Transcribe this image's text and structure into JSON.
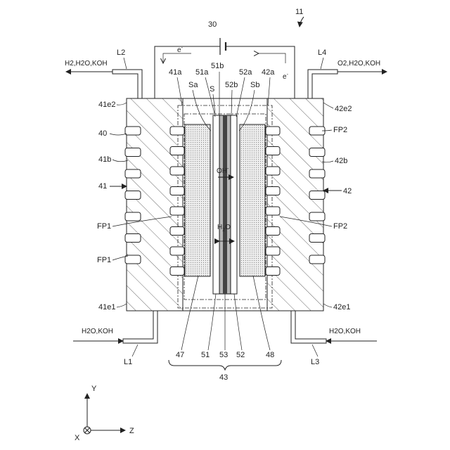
{
  "figure": {
    "number": "11",
    "power_source": "30",
    "electron_left": "e",
    "electron_right": "e",
    "electron_sup": "-"
  },
  "lines": {
    "l1": "L1",
    "l2": "L2",
    "l3": "L3",
    "l4": "L4",
    "l1_flow": "H2O,KOH",
    "l3_flow": "H2O,KOH",
    "l2_flow": "H2,H2O,KOH",
    "l4_flow": "O2,H2O,KOH"
  },
  "left_labels": {
    "e2": "41e2",
    "n40": "40",
    "b": "41b",
    "n41": "41",
    "fp1a": "FP1",
    "fp1b": "FP1",
    "e1": "41e1"
  },
  "right_labels": {
    "e2": "42e2",
    "fp2a": "FP2",
    "b": "42b",
    "n42": "42",
    "fp2b": "FP2",
    "e1": "42e1"
  },
  "top_labels": {
    "a41": "41a",
    "a51": "51a",
    "sa": "Sa",
    "s": "S",
    "b51": "51b",
    "b52": "52b",
    "a52": "52a",
    "sb": "Sb",
    "a42": "42a"
  },
  "inner_labels": {
    "oh": "OH",
    "oh_sup": "-",
    "h2o_h": "H",
    "h2o_sub": "2",
    "h2o_o": "O"
  },
  "bottom_labels": {
    "n47": "47",
    "n51": "51",
    "n53": "53",
    "n52": "52",
    "n48": "48",
    "n43": "43"
  },
  "axes": {
    "y": "Y",
    "x": "X",
    "z": "Z"
  }
}
